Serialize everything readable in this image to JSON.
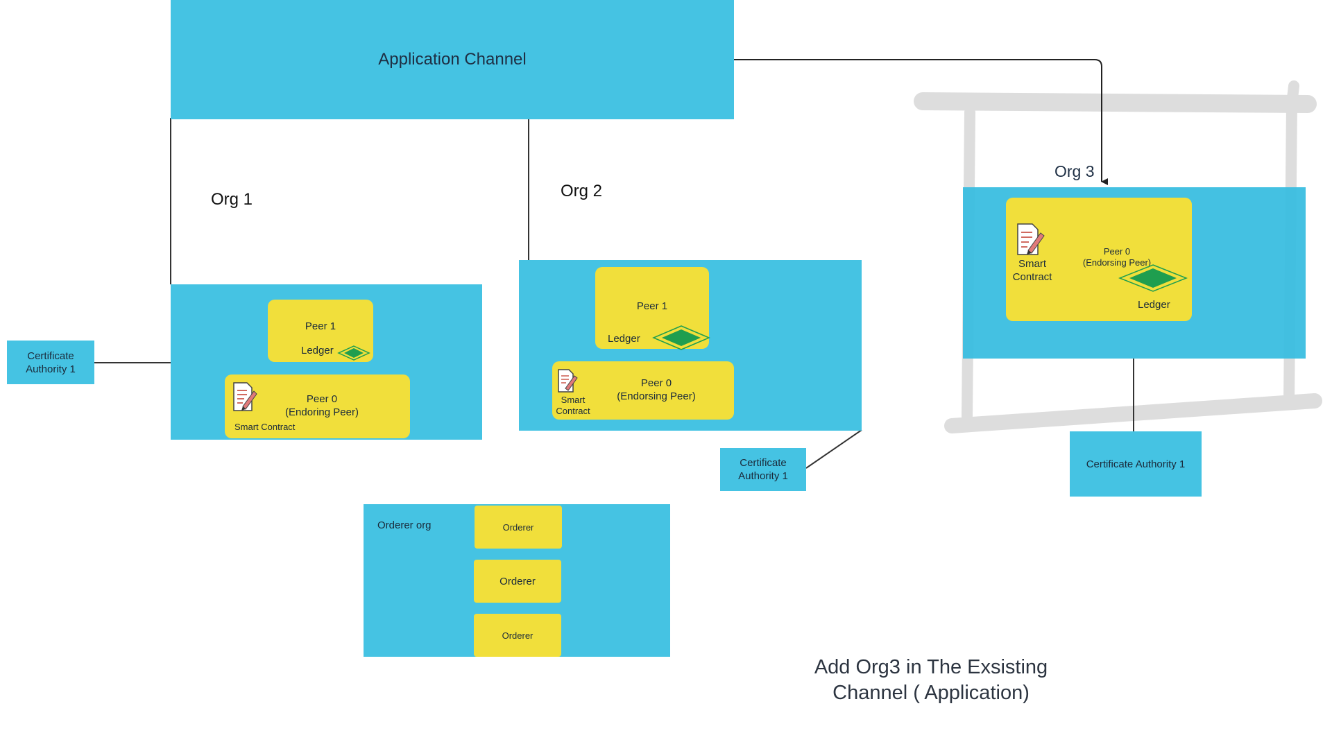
{
  "application_channel": {
    "label": "Application Channel"
  },
  "org1": {
    "label": "Org 1",
    "peer1": {
      "label": "Peer 1",
      "ledger": "Ledger"
    },
    "peer0": {
      "label": "Peer 0\n(Endoring Peer)",
      "smart_contract": "Smart Contract"
    },
    "certificate_authority": "Certificate\nAuthority 1"
  },
  "org2": {
    "label": "Org 2",
    "peer1": {
      "label": "Peer 1",
      "ledger": "Ledger"
    },
    "peer0": {
      "label": "Peer 0\n(Endorsing Peer)",
      "smart_contract": "Smart\nContract"
    },
    "certificate_authority": "Certificate\nAuthority 1"
  },
  "org3": {
    "label": "Org 3",
    "peer0": {
      "label": "Peer 0\n(Endorsing Peer)",
      "smart_contract": "Smart\nContract",
      "ledger": "Ledger"
    },
    "certificate_authority": "Certificate Authority 1"
  },
  "orderer_org": {
    "label": "Orderer org",
    "orderers": [
      "Orderer",
      "Orderer",
      "Orderer"
    ]
  },
  "caption": "Add Org3 in The Exsisting\nChannel ( Application)",
  "colors": {
    "channel_blue": "#45c3e3",
    "peer_yellow": "#f1df3b",
    "ledger_green": "#1f9e4f",
    "highlight_gray": "#dcdcdc"
  }
}
